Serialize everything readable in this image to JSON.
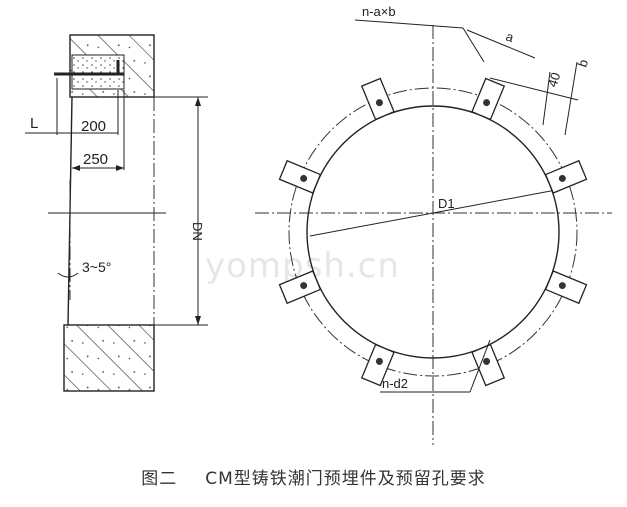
{
  "section_view": {
    "labels": {
      "L": "L",
      "dim_200": "200",
      "dim_250": "250",
      "dn": "DN",
      "slope": "3~5°"
    }
  },
  "plan_view": {
    "labels": {
      "slot": "n-a×b",
      "a": "a",
      "dim_40": "40",
      "b": "b",
      "d1": "D1",
      "holes": "n-d2"
    },
    "slot_count": 8
  },
  "caption": {
    "figure": "图二",
    "title": "CM型铸铁潮门预埋件及预留孔要求"
  },
  "watermark": "yompsh.cn"
}
